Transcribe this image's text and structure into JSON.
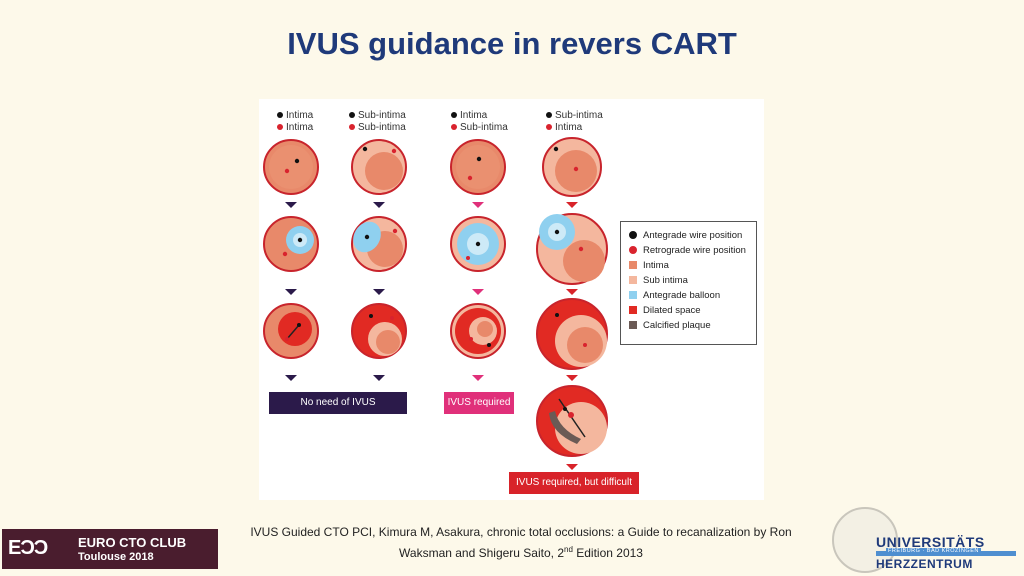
{
  "title": "IVUS guidance in revers CART",
  "columns": [
    {
      "top_label": "Intima",
      "bottom_label": "Intima"
    },
    {
      "top_label": "Sub-intima",
      "bottom_label": "Sub-intima"
    },
    {
      "top_label": "Intima",
      "bottom_label": "Sub-intima"
    },
    {
      "top_label": "Sub-intima",
      "bottom_label": "Intima"
    }
  ],
  "banners": {
    "no_need": "No need of IVUS",
    "required": "IVUS required",
    "required_difficult": "IVUS required, but difficult"
  },
  "legend": [
    {
      "label": "Antegrade wire position",
      "symbol": "dot",
      "color": "#111111"
    },
    {
      "label": "Retrograde wire position",
      "symbol": "dot",
      "color": "#d9232e"
    },
    {
      "label": "Intima",
      "symbol": "square",
      "color": "#e8896a"
    },
    {
      "label": "Sub intima",
      "symbol": "square",
      "color": "#f4b79e"
    },
    {
      "label": "Antegrade balloon",
      "symbol": "square",
      "color": "#8fd0ef"
    },
    {
      "label": "Dilated space",
      "symbol": "square",
      "color": "#e12a23"
    },
    {
      "label": "Calcified plaque",
      "symbol": "square",
      "color": "#6b5a55"
    }
  ],
  "colors": {
    "title": "#1f3a7a",
    "banner_dark": "#2b1a4a",
    "banner_pink": "#e0307a",
    "banner_red": "#d8232a"
  },
  "footer": {
    "logo_left_mark": "EƆƆ",
    "logo_left_line1": "EURO CTO CLUB",
    "logo_left_line2": "Toulouse 2018",
    "citation_line1": "IVUS Guided CTO PCI,  Kimura M, Asakura, chronic total occlusions: a Guide to recanalization by Ron",
    "citation_line2_prefix": "Waksman and Shigeru Saito, 2",
    "citation_sup": "nd",
    "citation_line2_suffix": " Edition 2013",
    "logo_right_uni": "UNIVERSITÄTS",
    "logo_right_sub": "FREIBURG · BAD KROZINGEN",
    "logo_right_hz": "HERZZENTRUM"
  }
}
